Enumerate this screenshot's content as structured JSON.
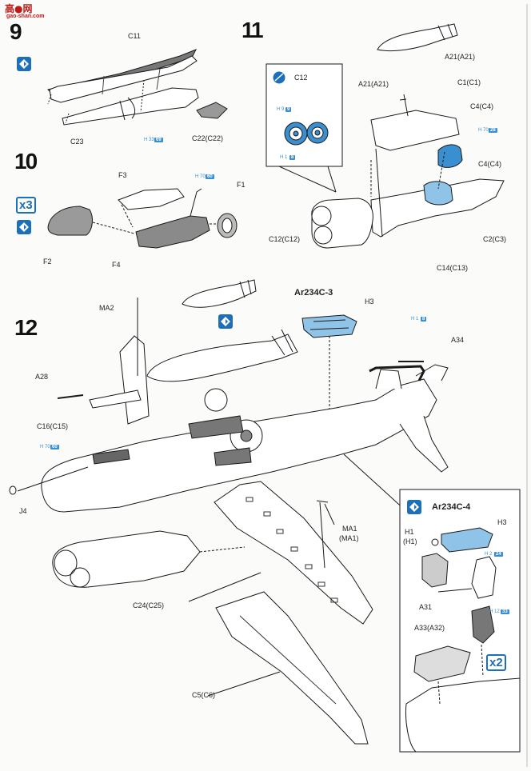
{
  "watermark": {
    "brand": "高●网",
    "site": "gao-shan.com"
  },
  "steps": [
    {
      "number": "9"
    },
    {
      "number": "10"
    },
    {
      "number": "11"
    },
    {
      "number": "12"
    }
  ],
  "variants": {
    "c3": "Ar234C-3",
    "c4": "Ar234C-4"
  },
  "multipliers": {
    "x3": "x3",
    "x2": "x2"
  },
  "parts": {
    "c11": "C11",
    "c23": "C23",
    "c22": "C22(C22)",
    "f1": "F1",
    "f2": "F2",
    "f3": "F3",
    "f4": "F4",
    "c12_top": "C12",
    "c12": "C12(C12)",
    "a21a": "A21(A21)",
    "a21b": "A21(A21)",
    "c1": "C1(C1)",
    "c4a": "C4(C4)",
    "c4b": "C4(C4)",
    "c2": "C2(C3)",
    "c14": "C14(C13)",
    "ma2": "MA2",
    "h3a": "H3",
    "a34": "A34",
    "a28": "A28",
    "c16": "C16(C15)",
    "j4": "J4",
    "ma1": "MA1",
    "ma1b": "(MA1)",
    "c24": "C24(C25)",
    "c5": "C5(C6)",
    "h1": "H1",
    "h1b": "(H1)",
    "h3b": "H3",
    "a31": "A31",
    "a33": "A33(A32)"
  },
  "paint_refs": {
    "p1_code": "H 33",
    "p1": "69",
    "p2_code": "H 70",
    "p2": "60",
    "p3_code": "H 9",
    "p3": "9",
    "p4_code": "H 1",
    "p4": "8",
    "p5_code": "H 70",
    "p5": "28",
    "p6_code": "H 1",
    "p6": "8",
    "p7_code": "H 70",
    "p7": "60",
    "p8_code": "H 2",
    "p8": "24",
    "p9_code": "H 12",
    "p9": "33"
  },
  "colors": {
    "accent": "#1c6fb8",
    "paint": "#3a8fd0",
    "line": "#1a1a1a",
    "highlight": "#8fc4e8"
  }
}
